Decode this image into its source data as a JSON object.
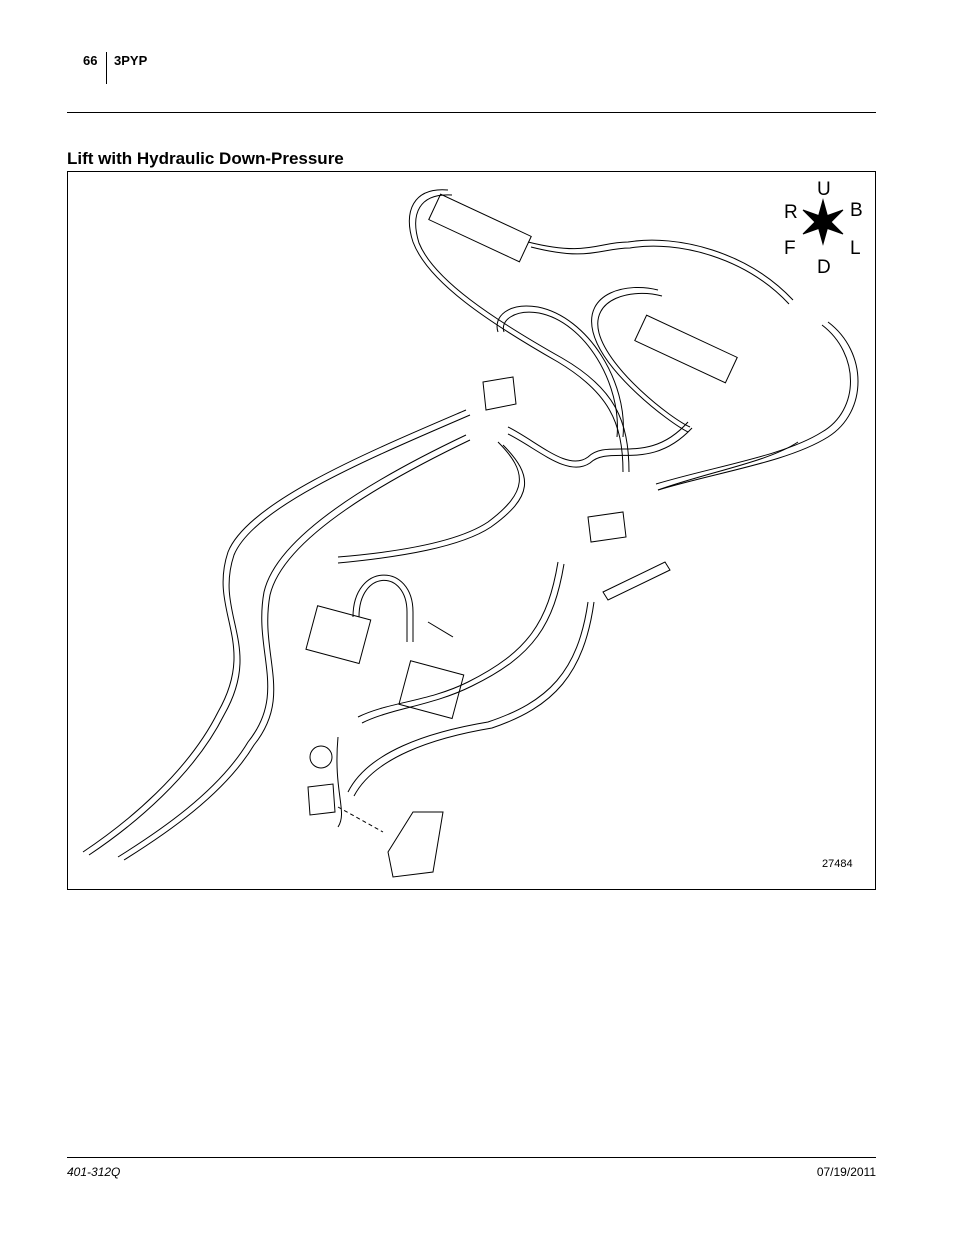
{
  "header": {
    "page_number": "66",
    "model": "3PYP"
  },
  "section": {
    "title": "Lift with Hydraulic Down-Pressure"
  },
  "figure": {
    "figure_number": "27484",
    "compass": {
      "up": "U",
      "down": "D",
      "right": "R",
      "left": "L",
      "front": "F",
      "back": "B"
    }
  },
  "footer": {
    "doc_number": "401-312Q",
    "date": "07/19/2011"
  }
}
